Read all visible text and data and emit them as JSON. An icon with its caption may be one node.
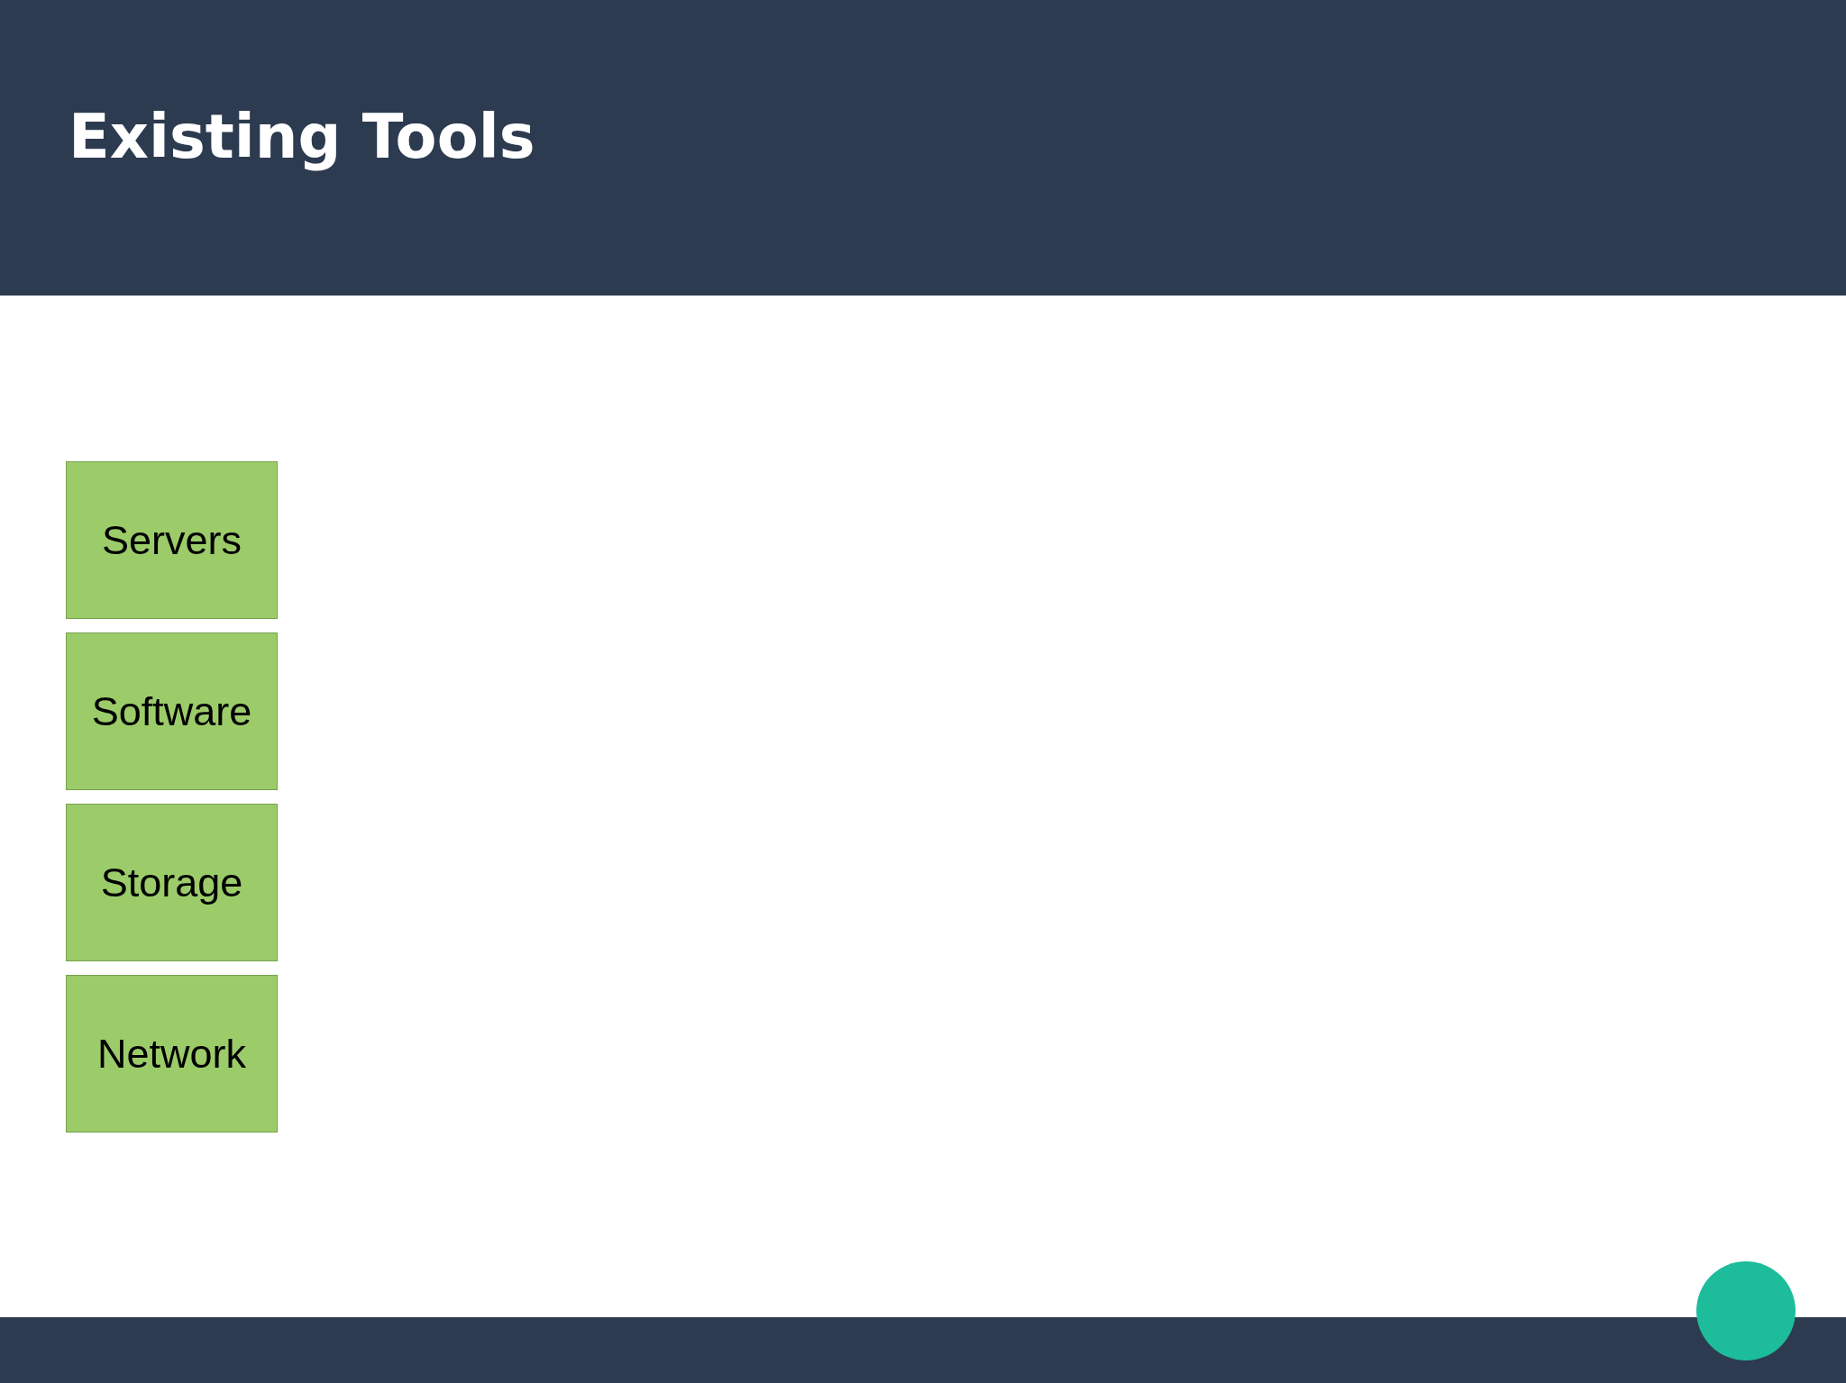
{
  "diagram": {
    "title": "Existing Tools",
    "nodes": [
      {
        "text": [
          "Servers"
        ]
      },
      {
        "text": [
          "Software"
        ]
      },
      {
        "text": [
          "Storage"
        ]
      },
      {
        "text": [
          "Network"
        ]
      }
    ]
  }
}
